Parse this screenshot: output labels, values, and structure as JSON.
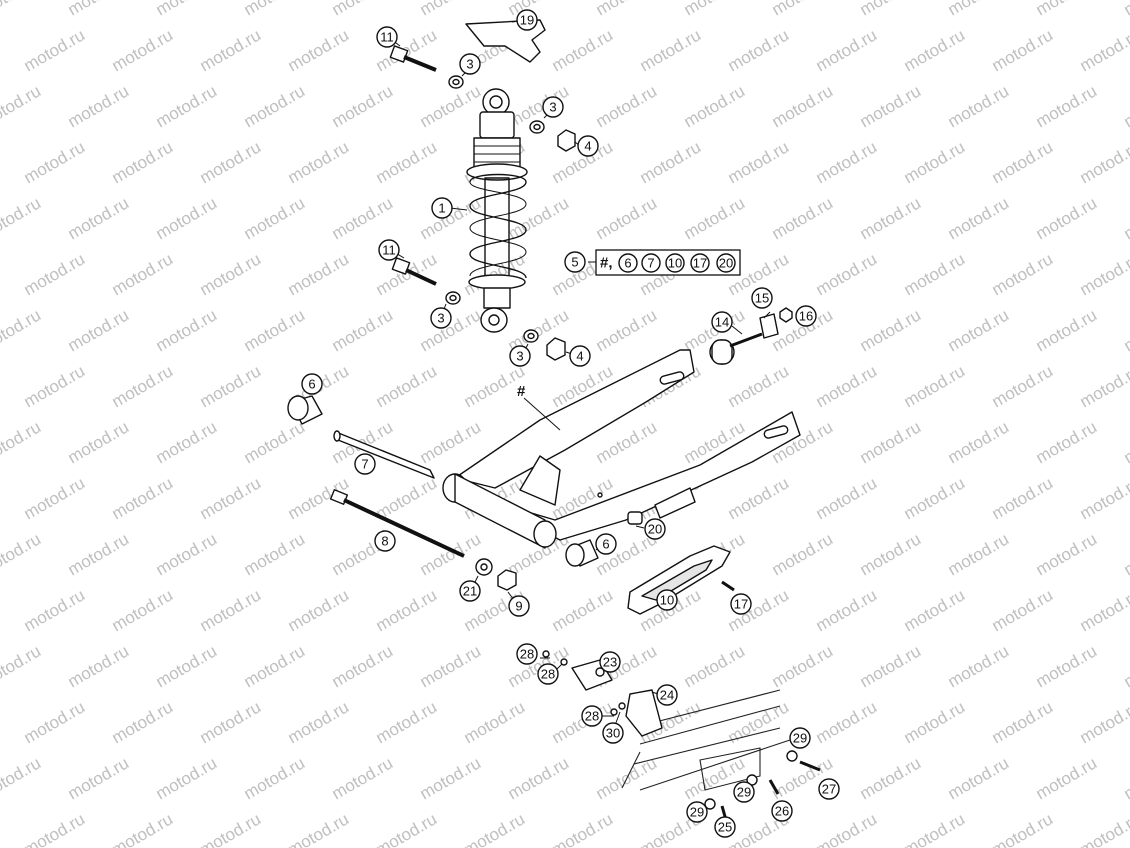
{
  "watermark_text": "motod.ru",
  "assembly_callout": {
    "main": "5",
    "hash": "#,",
    "members": [
      "6",
      "7",
      "10",
      "17",
      "20"
    ]
  },
  "swingarm_mark": "#",
  "callouts": [
    {
      "id": "c19",
      "label": "19"
    },
    {
      "id": "c11a",
      "label": "11"
    },
    {
      "id": "c3a",
      "label": "3"
    },
    {
      "id": "c3b",
      "label": "3"
    },
    {
      "id": "c4a",
      "label": "4"
    },
    {
      "id": "c1",
      "label": "1"
    },
    {
      "id": "c11b",
      "label": "11"
    },
    {
      "id": "c3c",
      "label": "3"
    },
    {
      "id": "c3d",
      "label": "3"
    },
    {
      "id": "c4b",
      "label": "4"
    },
    {
      "id": "c15",
      "label": "15"
    },
    {
      "id": "c16",
      "label": "16"
    },
    {
      "id": "c14",
      "label": "14"
    },
    {
      "id": "c6a",
      "label": "6"
    },
    {
      "id": "c7",
      "label": "7"
    },
    {
      "id": "c8",
      "label": "8"
    },
    {
      "id": "c20",
      "label": "20"
    },
    {
      "id": "c6b",
      "label": "6"
    },
    {
      "id": "c21",
      "label": "21"
    },
    {
      "id": "c9",
      "label": "9"
    },
    {
      "id": "c10",
      "label": "10"
    },
    {
      "id": "c17",
      "label": "17"
    },
    {
      "id": "c28a",
      "label": "28"
    },
    {
      "id": "c28b",
      "label": "28"
    },
    {
      "id": "c23",
      "label": "23"
    },
    {
      "id": "c24",
      "label": "24"
    },
    {
      "id": "c28c",
      "label": "28"
    },
    {
      "id": "c30",
      "label": "30"
    },
    {
      "id": "c29a",
      "label": "29"
    },
    {
      "id": "c27",
      "label": "27"
    },
    {
      "id": "c29b",
      "label": "29"
    },
    {
      "id": "c26",
      "label": "26"
    },
    {
      "id": "c29c",
      "label": "29"
    },
    {
      "id": "c25",
      "label": "25"
    }
  ]
}
